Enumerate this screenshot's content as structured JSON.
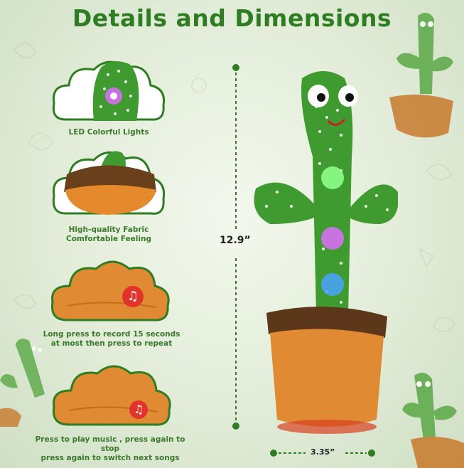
{
  "title": "Details and Dimensions",
  "features": [
    {
      "caption": "LED Colorful Lights"
    },
    {
      "caption": "High-quality Fabric\nComfortable Feeling"
    },
    {
      "caption": "Long press to record 15 seconds\nat most then press to repeat"
    },
    {
      "caption": "Press to play music , press again to stop\npress again to switch next songs"
    }
  ],
  "dimensions": {
    "height": "12.9”",
    "width": "3.35”"
  },
  "icons": [
    "music-note-icon",
    "music-note-icon"
  ]
}
